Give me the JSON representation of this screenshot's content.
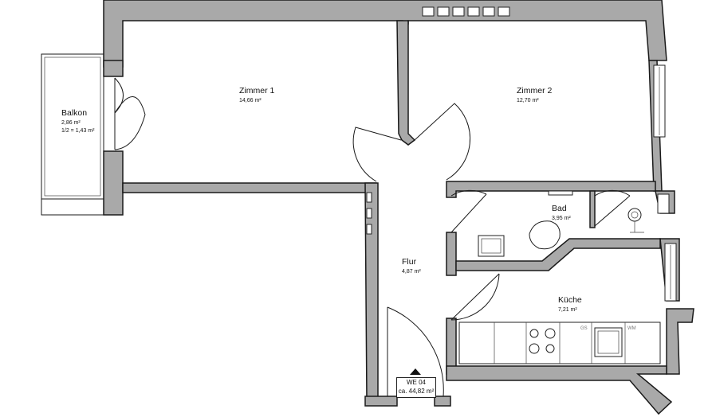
{
  "rooms": {
    "balkon": {
      "name": "Balkon",
      "area": "2,86 m²",
      "note": "1/2 = 1,43 m²"
    },
    "zimmer1": {
      "name": "Zimmer 1",
      "area": "14,66 m²"
    },
    "zimmer2": {
      "name": "Zimmer 2",
      "area": "12,70 m²"
    },
    "bad": {
      "name": "Bad",
      "area": "3,95 m²"
    },
    "flur": {
      "name": "Flur",
      "area": "4,87 m²"
    },
    "kueche": {
      "name": "Küche",
      "area": "7,21 m²"
    }
  },
  "kitchen_labels": {
    "gs": "GS",
    "wm": "WM"
  },
  "unit": {
    "id": "WE 04",
    "total_area": "ca. 44,82 m²"
  },
  "colors": {
    "wall": "#a9a9a9",
    "line": "#1a1a1a",
    "background": "#ffffff"
  },
  "icons": [
    "chimney-vents",
    "entrance-arrow"
  ]
}
